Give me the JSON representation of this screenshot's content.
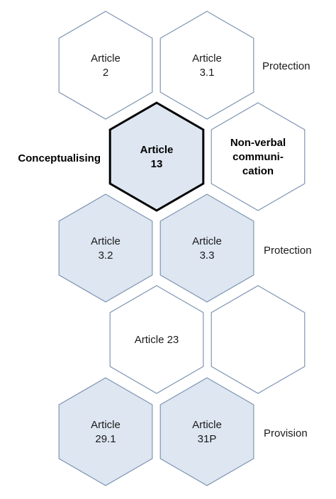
{
  "colors": {
    "filled": "#dde6f1",
    "empty": "#ffffff",
    "border": "#7f96b2",
    "highlight_border": "#000000"
  },
  "hexagons": [
    {
      "id": "article-2",
      "lines": [
        "Article",
        "2"
      ],
      "fill": "empty"
    },
    {
      "id": "article-3-1",
      "lines": [
        "Article",
        "3.1"
      ],
      "fill": "empty"
    },
    {
      "id": "article-13",
      "lines": [
        "Article",
        "13"
      ],
      "fill": "filled",
      "highlight": true,
      "bold": true
    },
    {
      "id": "non-verbal-communication",
      "lines": [
        "Non-verbal",
        "communi-",
        "cation"
      ],
      "fill": "empty",
      "bold": true
    },
    {
      "id": "article-3-2",
      "lines": [
        "Article",
        "3.2"
      ],
      "fill": "filled"
    },
    {
      "id": "article-3-3",
      "lines": [
        "Article",
        "3.3"
      ],
      "fill": "filled"
    },
    {
      "id": "article-23",
      "lines": [
        "Article 23"
      ],
      "fill": "empty"
    },
    {
      "id": "empty-hex",
      "lines": [],
      "fill": "empty"
    },
    {
      "id": "article-29-1",
      "lines": [
        "Article",
        "29.1"
      ],
      "fill": "filled"
    },
    {
      "id": "article-31p",
      "lines": [
        "Article",
        "31P"
      ],
      "fill": "filled"
    }
  ],
  "labels": [
    {
      "id": "protection-1",
      "text": "Protection"
    },
    {
      "id": "conceptualising",
      "text": "Conceptualising",
      "bold": true
    },
    {
      "id": "protection-2",
      "text": "Protection"
    },
    {
      "id": "provision",
      "text": "Provision"
    }
  ]
}
